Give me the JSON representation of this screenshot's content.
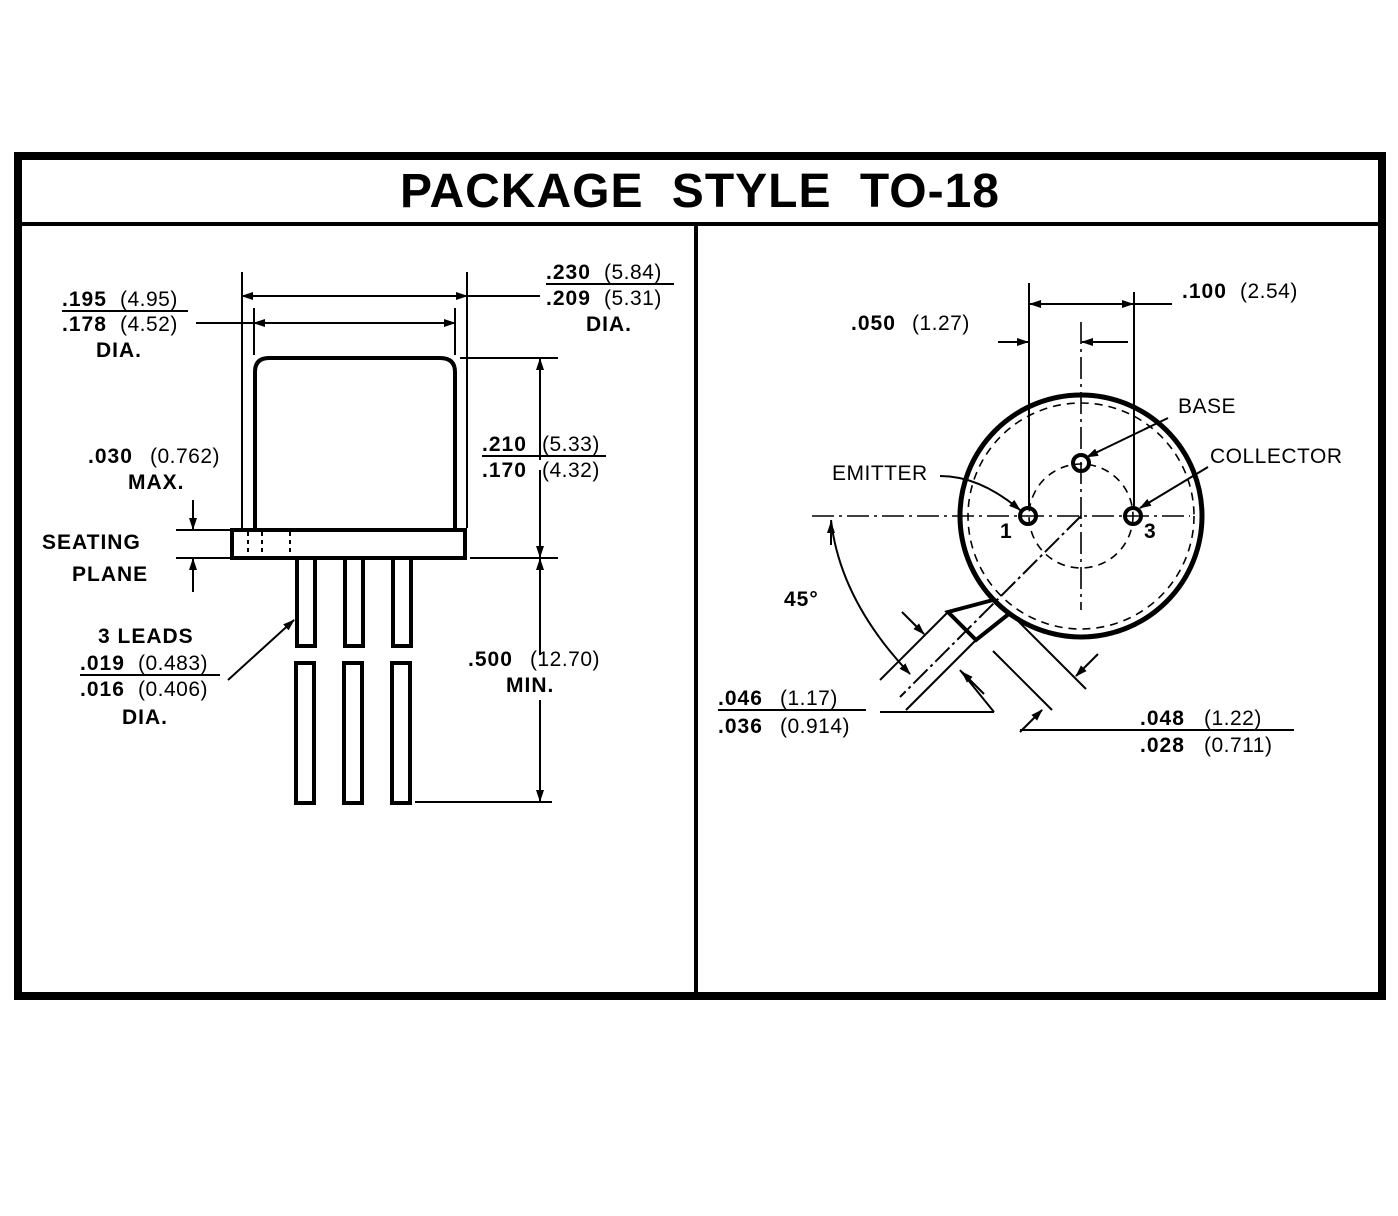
{
  "title": "PACKAGE STYLE TO-18",
  "side_view": {
    "body_dia": {
      "max": ".195",
      "max_mm": "(4.95)",
      "min": ".178",
      "min_mm": "(4.52)",
      "suffix": "DIA."
    },
    "flange_dia": {
      "max": ".230",
      "max_mm": "(5.84)",
      "min": ".209",
      "min_mm": "(5.31)",
      "suffix": "DIA."
    },
    "flange_thickness": {
      "value": ".030",
      "mm": "(0.762)",
      "suffix": "MAX."
    },
    "height": {
      "max": ".210",
      "max_mm": "(5.33)",
      "min": ".170",
      "min_mm": "(4.32)"
    },
    "seating_plane": [
      "SEATING",
      "PLANE"
    ],
    "leads": {
      "label": "3 LEADS",
      "max": ".019",
      "max_mm": "(0.483)",
      "min": ".016",
      "min_mm": "(0.406)",
      "suffix": "DIA."
    },
    "lead_length": {
      "value": ".500",
      "mm": "(12.70)",
      "suffix": "MIN."
    }
  },
  "bottom_view": {
    "pin_spacing": {
      "value": ".100",
      "mm": "(2.54)"
    },
    "half_spacing": {
      "value": ".050",
      "mm": "(1.27)"
    },
    "pins": {
      "base": "BASE",
      "emitter": "EMITTER",
      "collector": "COLLECTOR",
      "num_1": "1",
      "num_3": "3"
    },
    "angle": "45°",
    "tab_width": {
      "max": ".046",
      "max_mm": "(1.17)",
      "min": ".036",
      "min_mm": "(0.914)"
    },
    "tab_length": {
      "max": ".048",
      "max_mm": "(1.22)",
      "min": ".028",
      "min_mm": "(0.711)"
    }
  }
}
